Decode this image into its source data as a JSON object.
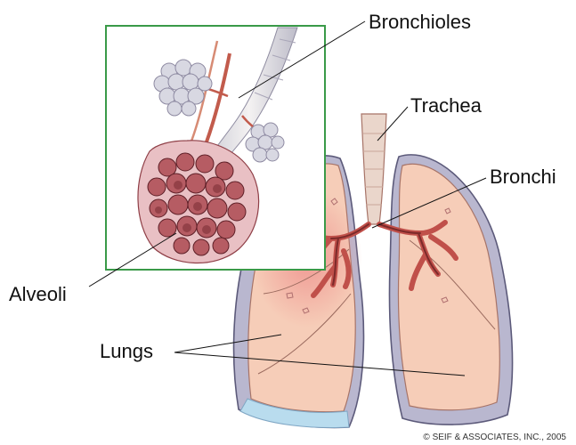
{
  "labels": {
    "bronchioles": "Bronchioles",
    "trachea": "Trachea",
    "bronchi": "Bronchi",
    "alveoli": "Alveoli",
    "lungs": "Lungs"
  },
  "copyright": "© SEIF & ASSOCIATES, INC., 2005",
  "colors": {
    "inset_border": "#3a9a48",
    "lung_fill": "#f6cdb8",
    "lung_inflamed": "#ee8f8c",
    "pleura": "#b9b7cf",
    "pleural_fluid": "#b9dcee",
    "airway": "#c0504a",
    "trachea": "#ead6cb",
    "alveoli": "#b65c63",
    "bronchiole_clusters": "#d8d8e2"
  }
}
